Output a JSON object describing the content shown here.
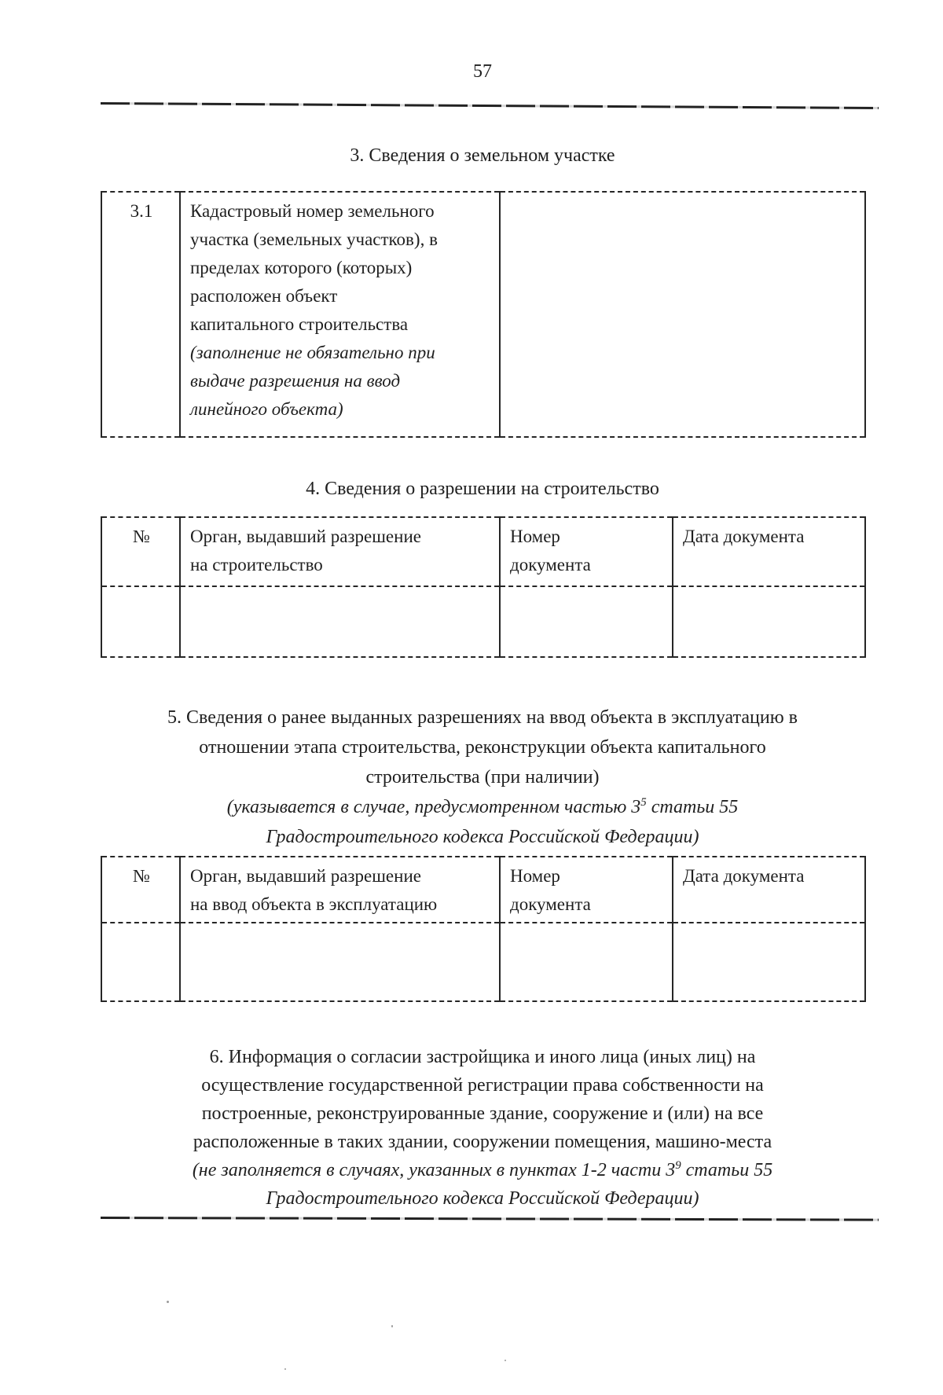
{
  "colors": {
    "ink": "#1f1f1f",
    "paper": "#ffffff"
  },
  "page": {
    "number": "57"
  },
  "section3": {
    "title": "3. Сведения о земельном участке",
    "table": {
      "row_id": "3.1",
      "label": "Кадастровый номер земельного\nучастка (земельных участков), в\nпределах которого (которых)\nрасположен объект\nкапитального строительства",
      "note": "(заполнение не обязательно при\nвыдаче разрешения на ввод\nлинейного объекта)",
      "value": ""
    }
  },
  "section4": {
    "title": "4. Сведения о разрешении на строительство",
    "table": {
      "headers": [
        "№",
        "Орган, выдавший разрешение\nна строительство",
        "Номер\nдокумента",
        "Дата документа"
      ],
      "row": [
        "",
        "",
        "",
        ""
      ]
    }
  },
  "section5": {
    "title_lines": [
      "5. Сведения о ранее выданных разрешениях на ввод объекта в эксплуатацию в",
      "отношении этапа строительства, реконструкции объекта капитального",
      "строительства (при наличии)"
    ],
    "note": {
      "pre": "(указывается в случае, предусмотренном частью 3",
      "sup": "5",
      "post": " статьи 55",
      "line2": "Градостроительного кодекса Российской Федерации)"
    },
    "table": {
      "headers": [
        "№",
        "Орган, выдавший разрешение\nна ввод объекта в эксплуатацию",
        "Номер\nдокумента",
        "Дата документа"
      ],
      "row": [
        "",
        "",
        "",
        ""
      ]
    }
  },
  "section6": {
    "lines": [
      "6. Информация о согласии застройщика и иного лица (иных лиц) на",
      "осуществление государственной регистрации права собственности на",
      "построенные, реконструированные здание, сооружение и (или) на все",
      "расположенные в таких здании, сооружении помещения, машино-места"
    ],
    "note": {
      "pre": "(не заполняется в случаях, указанных в пунктах 1-2 части 3",
      "sup": "9",
      "post": " статьи 55",
      "line2": "Градостроительного кодекса Российской Федерации)"
    }
  }
}
